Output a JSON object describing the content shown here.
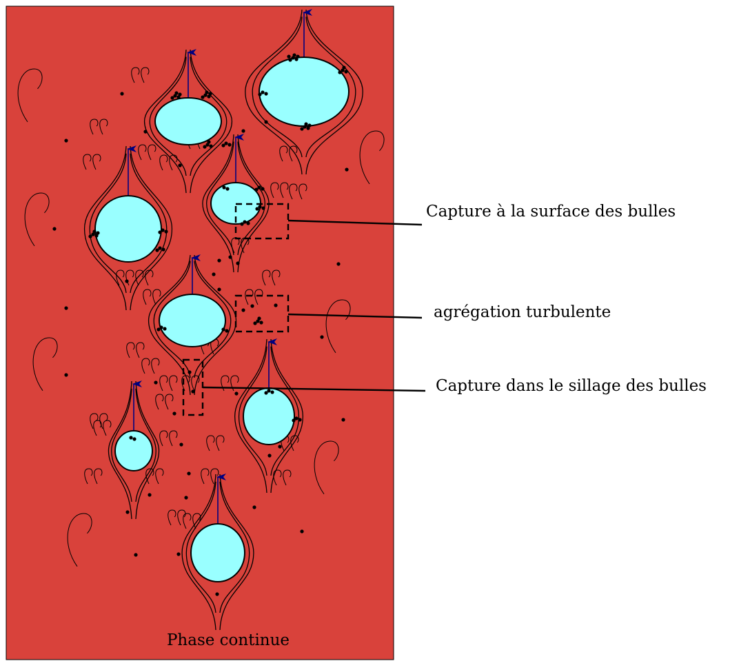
{
  "diagram": {
    "colors": {
      "continuous_phase": "#d9423b",
      "bubble": "#99ffff",
      "arrow": "#00007f",
      "particle": "#000000",
      "streamline": "#000000"
    },
    "bottom_label": "Phase continue",
    "annotations": [
      {
        "id": "surface-capture",
        "text": "Capture à la surface des bulles"
      },
      {
        "id": "turbulent-aggregation",
        "text": "agrégation turbulente"
      },
      {
        "id": "wake-capture",
        "text": "Capture dans le sillage des bulles"
      }
    ]
  }
}
